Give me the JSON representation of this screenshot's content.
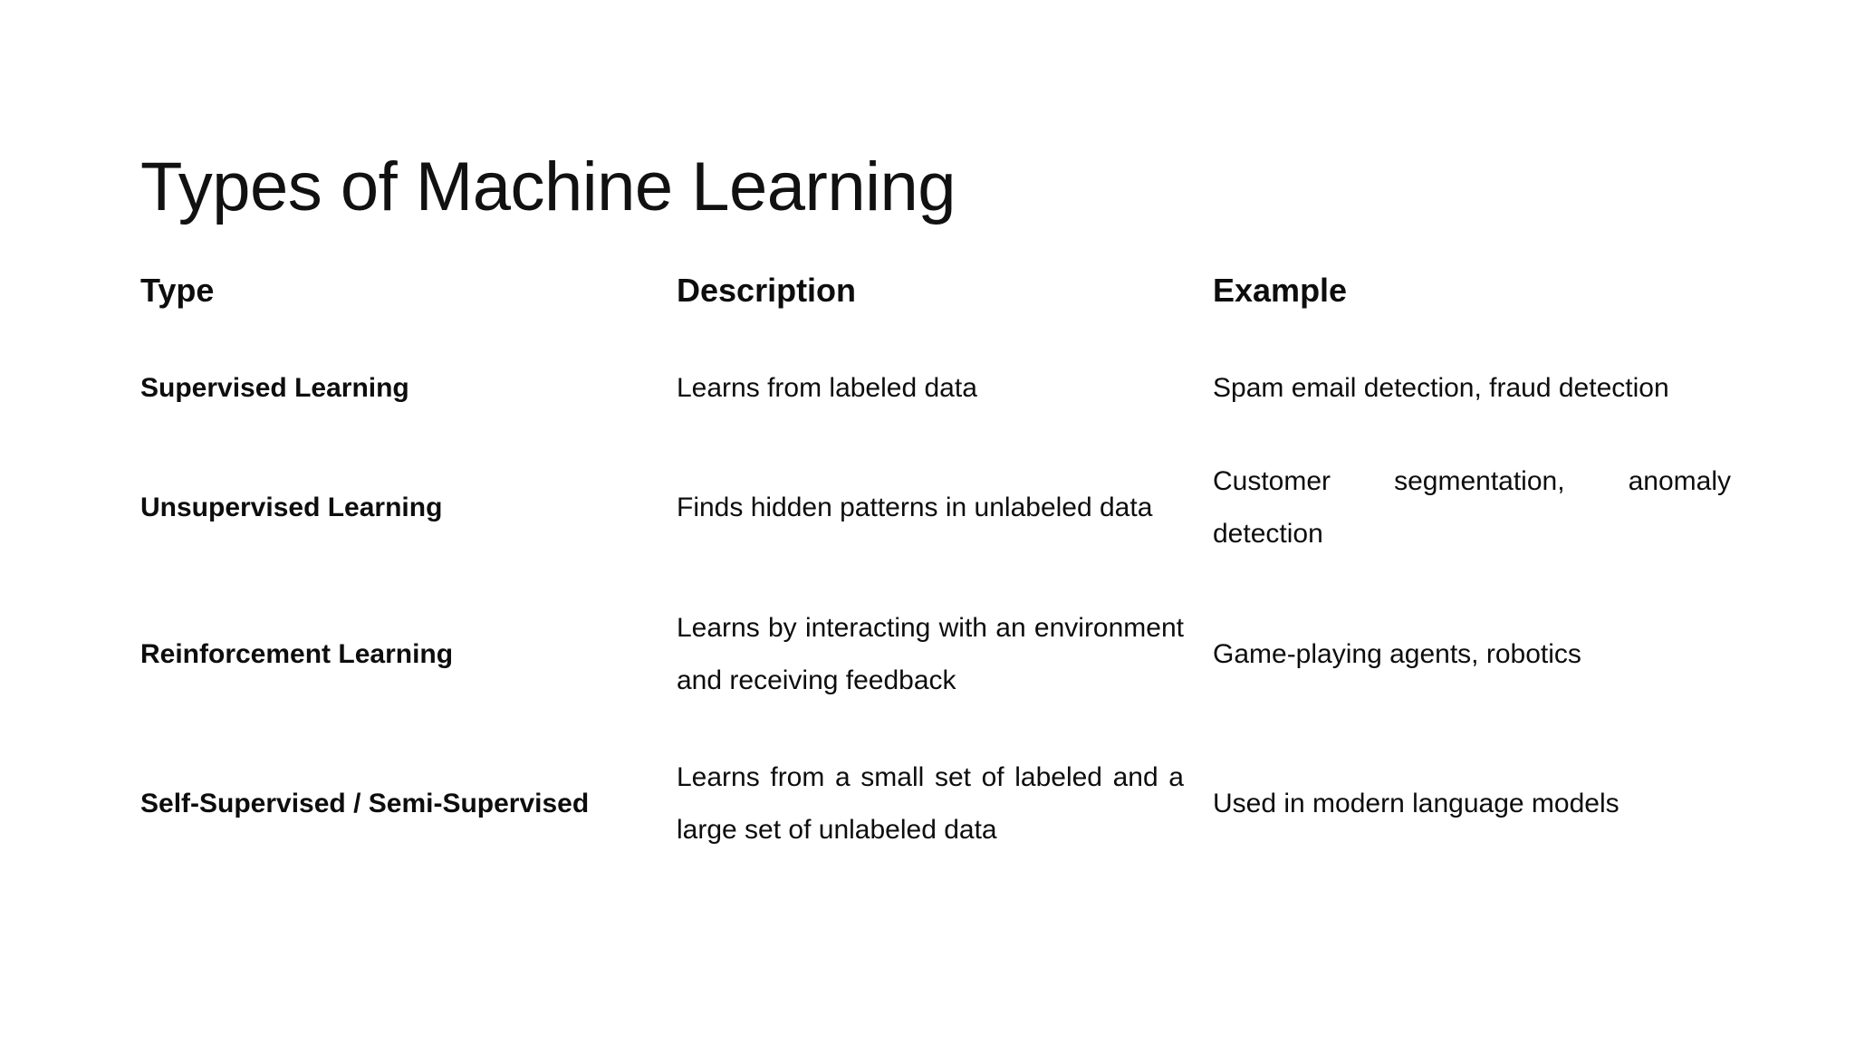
{
  "slide": {
    "title": "Types of Machine Learning",
    "background_color": "#ffffff",
    "text_color": "#0d0d0d"
  },
  "table": {
    "headers": {
      "type": "Type",
      "description": "Description",
      "example": "Example"
    },
    "rows": [
      {
        "type": "Supervised Learning",
        "description": "Learns from labeled data",
        "example": "Spam email detection, fraud detection"
      },
      {
        "type": "Unsupervised Learning",
        "description": "Finds hidden patterns in unlabeled data",
        "example": "Customer segmentation, anomaly detection"
      },
      {
        "type": "Reinforcement Learning",
        "description": "Learns by interacting with an environment and receiving feedback",
        "example": "Game-playing agents, robotics"
      },
      {
        "type": "Self-Supervised / Semi-Supervised",
        "description": "Learns from a small set of labeled and a large set of unlabeled data",
        "example": "Used in modern language models"
      }
    ]
  }
}
